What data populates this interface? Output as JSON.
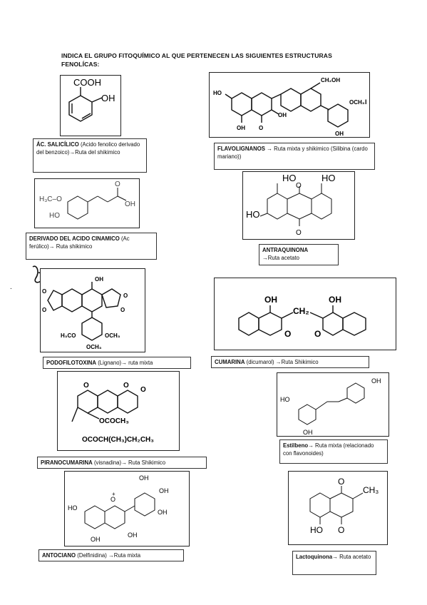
{
  "title": "INDICA EL GRUPO FITOQUÍMICO AL QUE PERTENECEN LAS SIGUIENTES ESTRUCTURAS FENOLÍCAS:",
  "items": [
    {
      "name_bold": "ÁC. SALICÍLICO",
      "rest": " (Acido fenolico derivado del benzoico)→Ruta del shikimico"
    },
    {
      "name_bold": "FLAVOLIGNANOS",
      "rest": " → Ruta mixta y shikimico (Silibina (cardo mariano))"
    },
    {
      "name_bold": "DERIVADO DEL ACIDO CINAMICO",
      "rest": " (Ac ferúlico)→ Ruta shikimico"
    },
    {
      "name_bold": "ANTRAQUINONA",
      "rest": " →Ruta acetato"
    },
    {
      "name_bold": "PODOFILOTOXINA",
      "rest": " (Lignano)→ ruta mixta"
    },
    {
      "name_bold": "CUMARINA",
      "rest": " (dicumarol) →Ruta Shikimico"
    },
    {
      "name_bold": "PIRANOCUMARINA",
      "rest": " (visnadina)→ Ruta Shikimico"
    },
    {
      "name_bold": "Estilbeno",
      "rest": "→ Ruta mixta (relacionado con flavonoides)"
    },
    {
      "name_bold": "ANTOCIANO",
      "rest": " (Delfinidina) →Ruta mixta"
    },
    {
      "name_bold": "Lactoquinona",
      "rest": "→ Ruta acetato"
    }
  ],
  "labels": {
    "cooh": "COOH",
    "oh": "OH",
    "ho": "HO",
    "ch2oh": "CH₂OH",
    "och3": "OCH₃",
    "h3co_o": "H₃C–O",
    "h3co": "H₃CO",
    "ch2": "CH₂",
    "ococh3": "OCOCH₃",
    "ester": "OCOCH(CH₃)CH₂CH₃",
    "ch3": "CH₃",
    "o": "O",
    "plus": "+",
    "i": "I"
  }
}
